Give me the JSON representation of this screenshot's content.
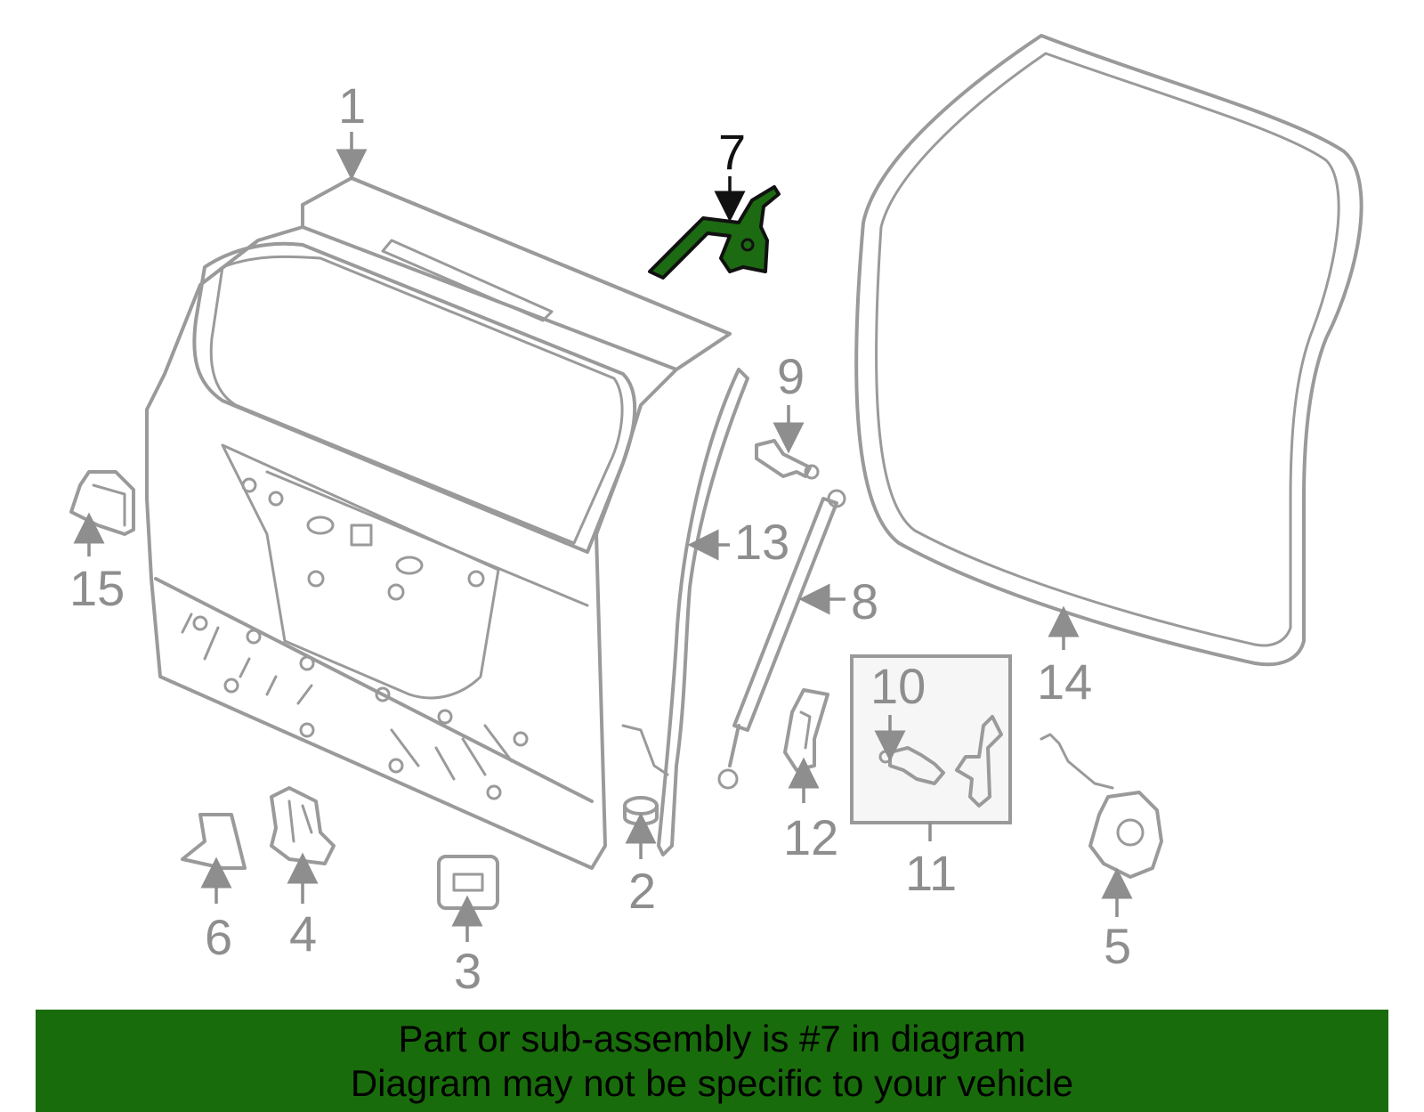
{
  "diagram": {
    "highlighted_part": "7",
    "callouts": [
      "1",
      "2",
      "3",
      "4",
      "5",
      "6",
      "7",
      "8",
      "9",
      "10",
      "11",
      "12",
      "13",
      "14",
      "15"
    ],
    "colors": {
      "highlight": "#196c0b",
      "part_outline": "#9a9a9a",
      "label": "#8e8e8e"
    }
  },
  "banner": {
    "line1": "Part or sub-assembly is #7 in diagram",
    "line2": "Diagram may not be specific to your vehicle"
  }
}
